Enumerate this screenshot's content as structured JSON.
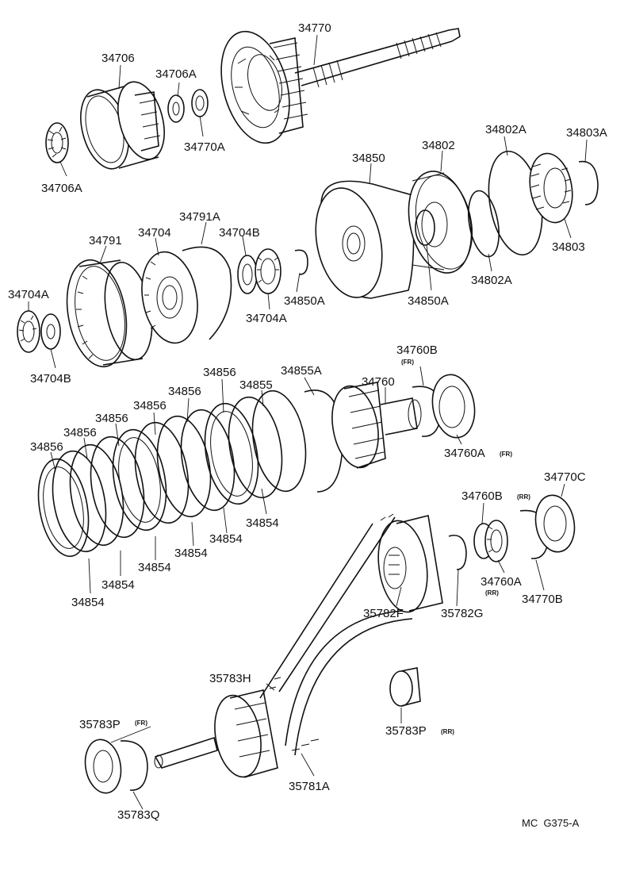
{
  "footer": {
    "code": "MC  G375-A"
  },
  "labels": {
    "p34770": "34770",
    "p34706": "34706",
    "p34706A_washer": "34706A",
    "p34770A": "34770A",
    "p34706A_bearing": "34706A",
    "p34850": "34850",
    "p34802": "34802",
    "p34802A_top": "34802A",
    "p34803A": "34803A",
    "p34803": "34803",
    "p34802A_bottom": "34802A",
    "p34791A": "34791A",
    "p34704": "34704",
    "p34704B_top": "34704B",
    "p34791": "34791",
    "p34850A_left": "34850A",
    "p34850A_right": "34850A",
    "p34704A_left": "34704A",
    "p34704A_right": "34704A",
    "p34704B_bottom": "34704B",
    "p34760B_fr": "34760B",
    "p34760B_fr_tag": "(FR)",
    "p34855A": "34855A",
    "p34856_1": "34856",
    "p34855": "34855",
    "p34760": "34760",
    "p34856_2": "34856",
    "p34856_3": "34856",
    "p34856_4": "34856",
    "p34856_5": "34856",
    "p34856_6": "34856",
    "p34760A_fr": "34760A",
    "p34760A_fr_tag": "(FR)",
    "p34770C": "34770C",
    "p34760B_rr": "34760B",
    "p34760B_rr_tag": "(RR)",
    "p34854_1": "34854",
    "p34854_2": "34854",
    "p34854_3": "34854",
    "p34854_4": "34854",
    "p34854_5": "34854",
    "p34854_6": "34854",
    "p34760A_rr": "34760A",
    "p34760A_rr_tag": "(RR)",
    "p34770B": "34770B",
    "p35782F": "35782F",
    "p35782G": "35782G",
    "p35783H": "35783H",
    "p35783P_fr": "35783P",
    "p35783P_fr_tag": "(FR)",
    "p35783P_rr": "35783P",
    "p35783P_rr_tag": "(RR)",
    "p35781A": "35781A",
    "p35783Q": "35783Q"
  }
}
